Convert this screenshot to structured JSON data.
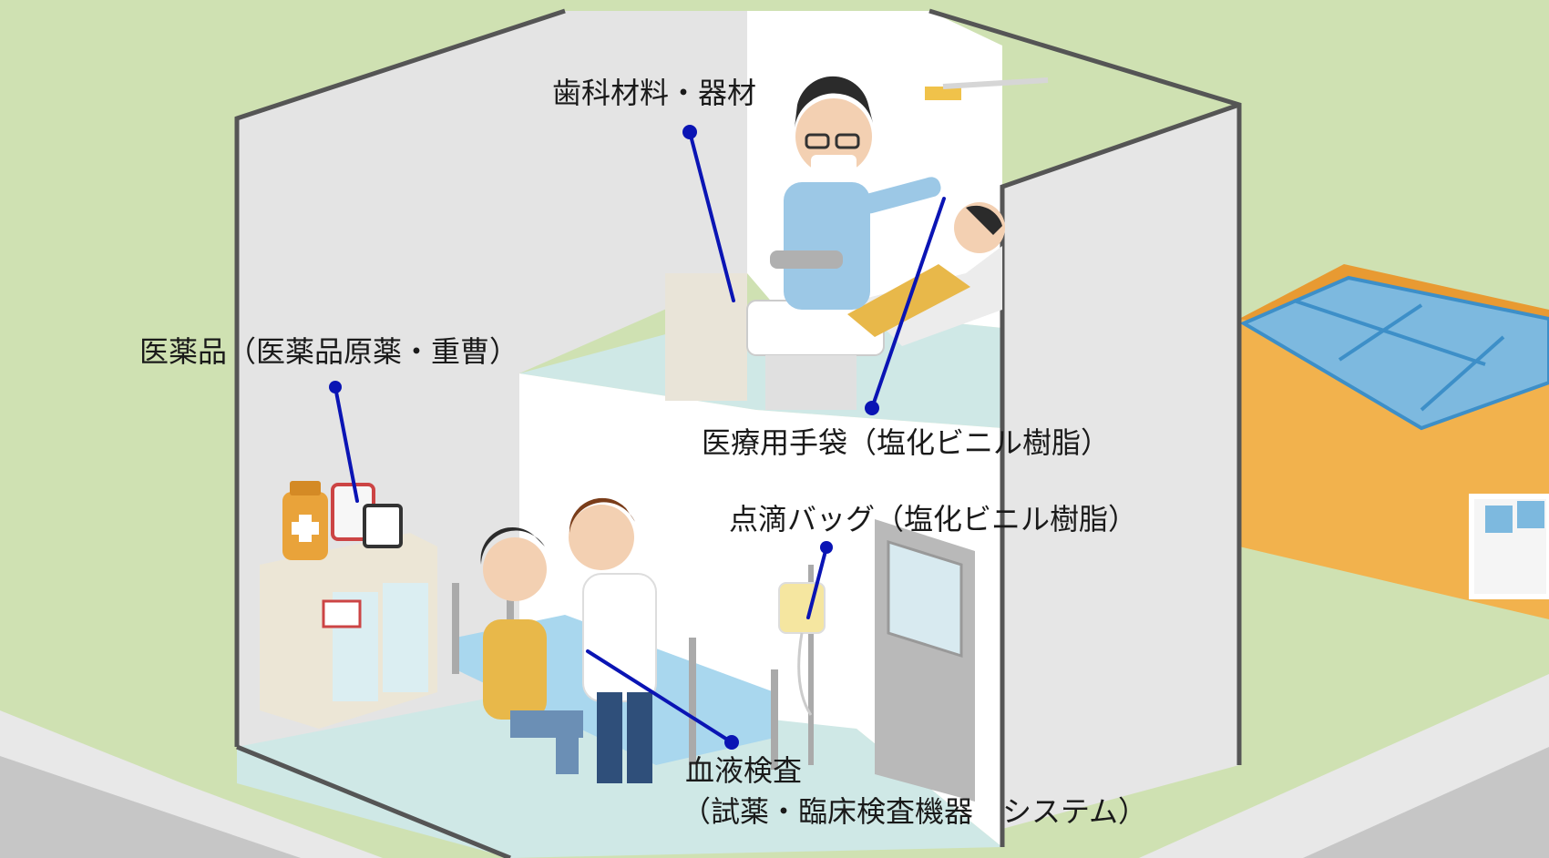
{
  "labels": {
    "dental": "歯科材料・器材",
    "glove": "医療用手袋（塩化ビニル樹脂）",
    "medicine": "医薬品（医薬品原薬・重曹）",
    "iv_bag": "点滴バッグ（塩化ビニル樹脂）",
    "blood_line1": "血液検査",
    "blood_line2": "（試薬・臨床検査機器　システム）"
  },
  "colors": {
    "ground": "#cfe1b2",
    "road": "#c8c8c8",
    "wall_gray": "#e2e2e2",
    "floor": "#cfe8e6",
    "house_orange": "#f2b24d",
    "solar_blue": "#7db9df",
    "leader": "#0a14b4",
    "scrubs_blue": "#9cc8e6",
    "patient_yellow": "#e8b84a"
  },
  "icons": [
    "medicine-bottle-icon",
    "iv-bag-icon",
    "dental-chair-icon",
    "solar-panel-icon",
    "hospital-bed-icon"
  ]
}
